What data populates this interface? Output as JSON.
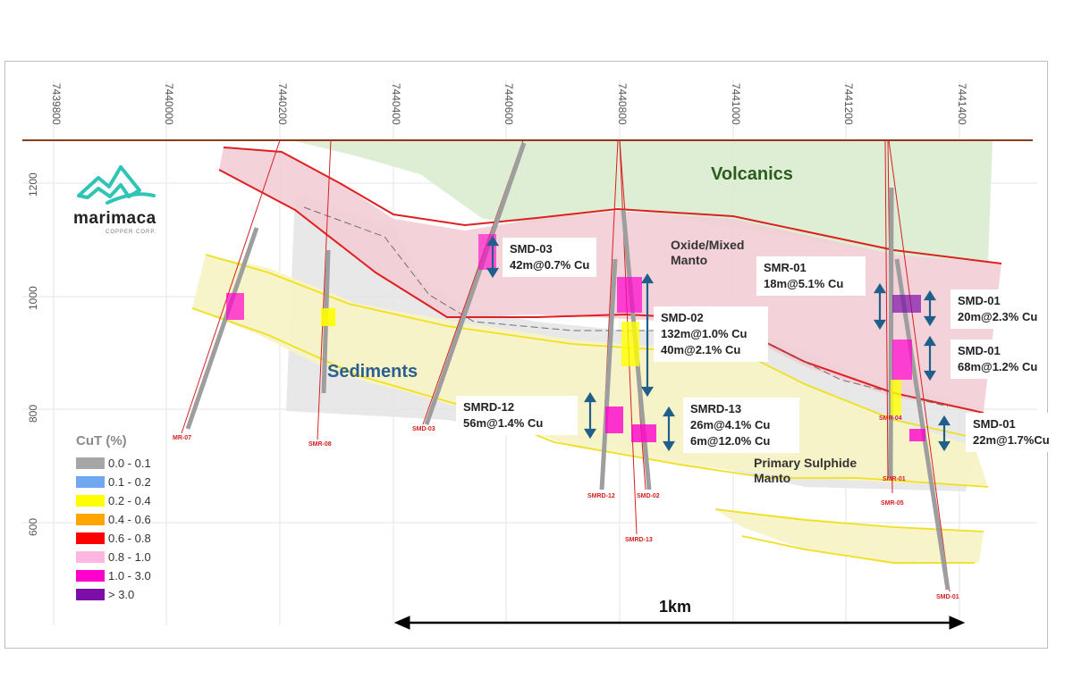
{
  "axes": {
    "x_ticks": [
      "7439800",
      "7440000",
      "7440200",
      "7440400",
      "7440600",
      "7440800",
      "7441000",
      "7441200",
      "7441400"
    ],
    "y_ticks": [
      "1200",
      "1000",
      "800",
      "600"
    ]
  },
  "units": {
    "volcanics": "Volcanics",
    "sediments": "Sediments",
    "oxide": "Oxide/Mixed\nManto",
    "sulphide": "Primary Sulphide\nManto"
  },
  "callouts": [
    {
      "hole": "SMD-03",
      "text": "42m@0.7% Cu"
    },
    {
      "hole": "SMR-01",
      "text": "18m@5.1% Cu"
    },
    {
      "hole": "SMD-02",
      "text": "132m@1.0% Cu\n40m@2.1% Cu"
    },
    {
      "hole": "SMD-01",
      "text": "20m@2.3% Cu"
    },
    {
      "hole": "SMD-01",
      "text": "68m@1.2% Cu"
    },
    {
      "hole": "SMRD-12",
      "text": "56m@1.4% Cu"
    },
    {
      "hole": "SMRD-13",
      "text": "26m@4.1% Cu\n6m@12.0% Cu"
    },
    {
      "hole": "SMD-01",
      "text": "22m@1.7%Cu"
    }
  ],
  "hole_labels": [
    "MR-07",
    "SMR-08",
    "SMD-03",
    "SMRD-12",
    "SMD-02",
    "SMRD-13",
    "SMR-04",
    "SMR-01",
    "SMR-05",
    "SMD-01"
  ],
  "legend": {
    "title": "CuT (%)",
    "items": [
      {
        "label": "0.0 - 0.1",
        "color": "#a6a6a6"
      },
      {
        "label": "0.1 - 0.2",
        "color": "#6fa8f0"
      },
      {
        "label": "0.2 - 0.4",
        "color": "#ffff00"
      },
      {
        "label": "0.4 - 0.6",
        "color": "#ffa500"
      },
      {
        "label": "0.6 - 0.8",
        "color": "#ff0000"
      },
      {
        "label": "0.8 - 1.0",
        "color": "#ffb6e1"
      },
      {
        "label": "1.0 - 3.0",
        "color": "#ff00cc"
      },
      {
        "label": "> 3.0",
        "color": "#7b0fa8"
      }
    ]
  },
  "scale_bar": {
    "label": "1km"
  },
  "logo": {
    "name": "marimaca",
    "sub": "COPPER CORP."
  },
  "colors": {
    "volcanics": "#d9ecd0",
    "oxide": "#f2cdd6",
    "sediments": "#e5e5e5",
    "sulphide": "#f7f3c6",
    "surface": "#8b3a1a",
    "contact": "#e02020",
    "arrow": "#1f5f8a"
  }
}
